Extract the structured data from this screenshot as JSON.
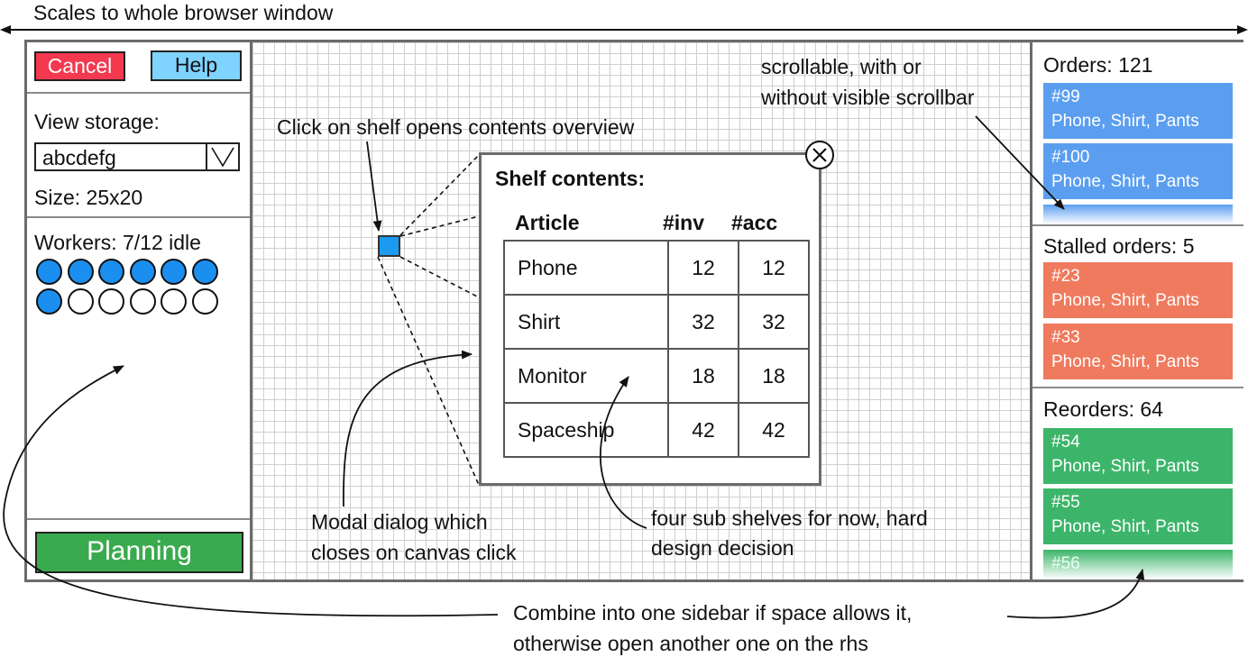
{
  "annotations": {
    "top": "Scales to whole browser window",
    "shelf_click": "Click on shelf opens contents overview",
    "scroll_1": "scrollable, with or",
    "scroll_2": "without visible scrollbar",
    "modal_1": "Modal dialog which",
    "modal_2": "closes on canvas click",
    "sub_1": "four sub shelves for now, hard",
    "sub_2": "design decision",
    "combine_1": "Combine into one sidebar if space allows it,",
    "combine_2": "otherwise open another one on the rhs"
  },
  "left_sidebar": {
    "cancel_label": "Cancel",
    "help_label": "Help",
    "view_storage_label": "View storage:",
    "storage_value": "abcdefg",
    "dropdown_icon": "chevron-down-icon",
    "size_label": "Size: 25x20",
    "workers_label": "Workers: 7/12 idle",
    "workers_busy": 7,
    "workers_total": 12,
    "planning_label": "Planning"
  },
  "modal": {
    "title": "Shelf contents:",
    "close_icon": "close-icon",
    "columns": [
      "Article",
      "#inv",
      "#acc"
    ],
    "rows": [
      [
        "Phone",
        "12",
        "12"
      ],
      [
        "Shirt",
        "32",
        "32"
      ],
      [
        "Monitor",
        "18",
        "18"
      ],
      [
        "Spaceship",
        "42",
        "42"
      ]
    ]
  },
  "right_sidebar": {
    "orders_title": "Orders: 121",
    "orders": [
      {
        "id": "#99",
        "items": "Phone, Shirt, Pants"
      },
      {
        "id": "#100",
        "items": "Phone, Shirt, Pants"
      }
    ],
    "stalled_title": "Stalled orders: 5",
    "stalled": [
      {
        "id": "#23",
        "items": "Phone, Shirt, Pants"
      },
      {
        "id": "#33",
        "items": "Phone, Shirt, Pants"
      }
    ],
    "reorders_title": "Reorders: 64",
    "reorders": [
      {
        "id": "#54",
        "items": "Phone, Shirt, Pants"
      },
      {
        "id": "#55",
        "items": "Phone, Shirt, Pants"
      },
      {
        "id": "#56",
        "items": ""
      }
    ]
  },
  "colors": {
    "cancel": "#f2394f",
    "help": "#7fd3ff",
    "planning": "#3aaa4e",
    "shelf": "#1a9af0",
    "worker_busy": "#1a8ff0",
    "orders": "#5b9ef0",
    "stalled": "#ef7a5e",
    "reorders": "#3cb56a"
  }
}
